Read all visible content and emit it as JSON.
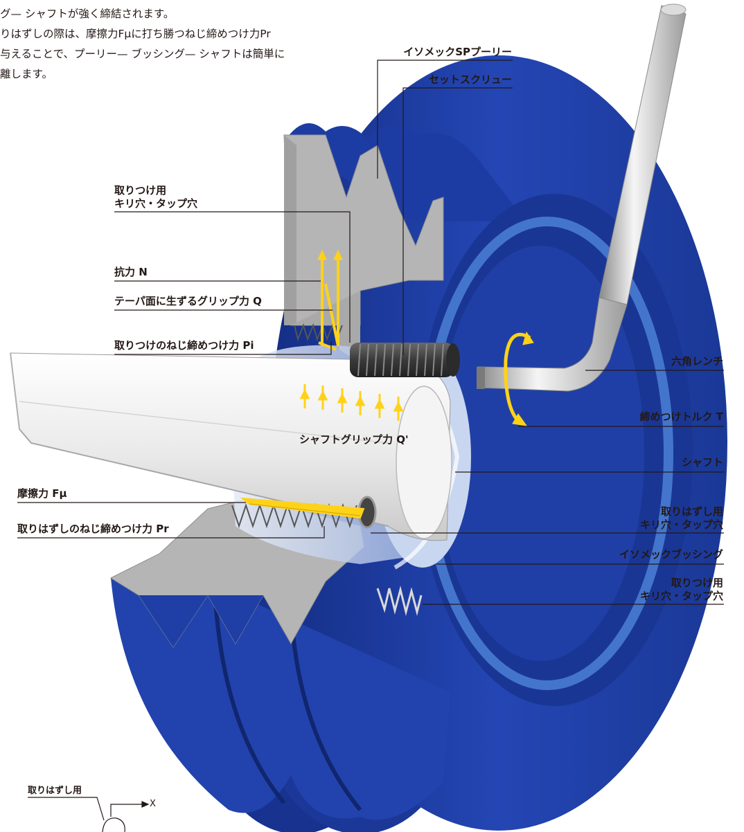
{
  "intro_lines": [
    "グ— シャフトが強く締結されます。",
    "りはずしの際は、摩擦力Fμに打ち勝つねじ締めつけ力Pr",
    "与えることで、プーリー— ブッシング— シャフトは簡単に",
    "離します。"
  ],
  "labels": {
    "pulley": "イソメックSPプーリー",
    "set_screw": "セットスクリュー",
    "mount_hole_top": [
      "取りつけ用",
      "キリ穴・タップ穴"
    ],
    "reaction_n": "抗力 N",
    "grip_q": "テーパ面に生ずるグリップ力 Q",
    "mount_force_pi": "取りつけのねじ締めつけ力 Pi",
    "hex_wrench": "六角レンチ",
    "torque_t": "締めつけトルク T",
    "shaft_grip": "シャフトグリップ力 Q'",
    "shaft": "シャフト",
    "friction": "摩擦力 Fμ",
    "removal_hole": [
      "取りはずし用",
      "キリ穴・タップ穴"
    ],
    "removal_force_pr": "取りはずしのねじ締めつけ力 Pr",
    "bushing": "イソメックブッシング",
    "mount_hole_bottom": [
      "取りつけ用",
      "キリ穴・タップ穴"
    ],
    "removal_small": "取りはずし用",
    "axis_x": "X"
  },
  "colors": {
    "pulley_blue": "#1f3fa6",
    "pulley_dark": "#12287a",
    "cut_gray": "#b3b3b3",
    "arrow_yellow": "#ffd21a",
    "shaft_white": "#f1f1f1"
  }
}
